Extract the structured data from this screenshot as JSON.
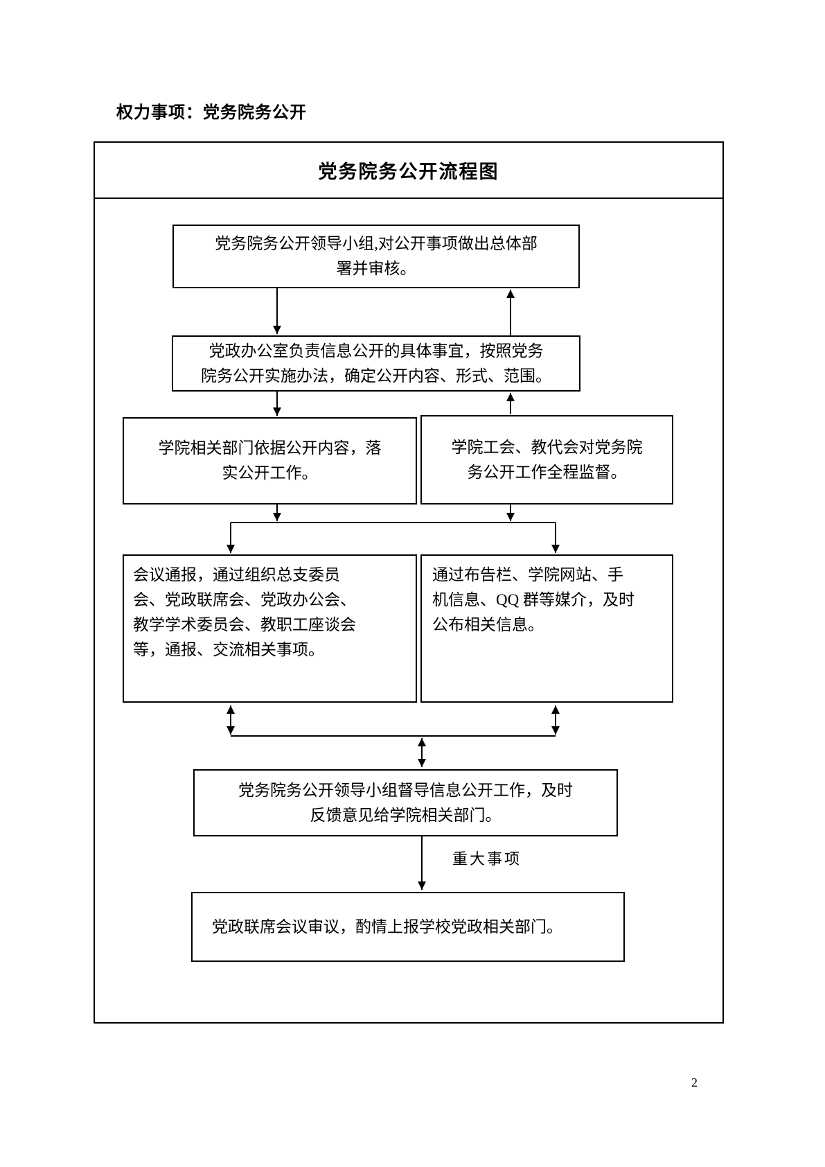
{
  "page": {
    "heading": "权力事项：党务院务公开",
    "page_number": "2"
  },
  "flowchart": {
    "title": "党务院务公开流程图",
    "boxes": [
      {
        "id": "leadership",
        "text": "党务院务公开领导小组,对公开事项做出总体部\n署并审核。"
      },
      {
        "id": "office",
        "text": "党政办公室负责信息公开的具体事宜，按照党务\n院务公开实施办法，确定公开内容、形式、范围。"
      },
      {
        "id": "departments",
        "text": "学院相关部门依据公开内容，落\n实公开工作。"
      },
      {
        "id": "supervision",
        "text": "学院工会、教代会对党务院\n务公开工作全程监督。"
      },
      {
        "id": "meetings",
        "text": "会议通报，通过组织总支委员\n会、党政联席会、党政办公会、\n教学学术委员会、教职工座谈会\n等，通报、交流相关事项。"
      },
      {
        "id": "media",
        "text": "通过布告栏、学院网站、手\n机信息、QQ 群等媒介，及时\n公布相关信息。"
      },
      {
        "id": "feedback",
        "text": "党务院务公开领导小组督导信息公开工作，及时\n反馈意见给学院相关部门。"
      },
      {
        "id": "joint",
        "text": "党政联席会议审议，酌情上报学校党政相关部门。"
      }
    ],
    "arrow_label": "重大事项"
  },
  "colors": {
    "ink": "#000000",
    "paper": "#ffffff"
  }
}
